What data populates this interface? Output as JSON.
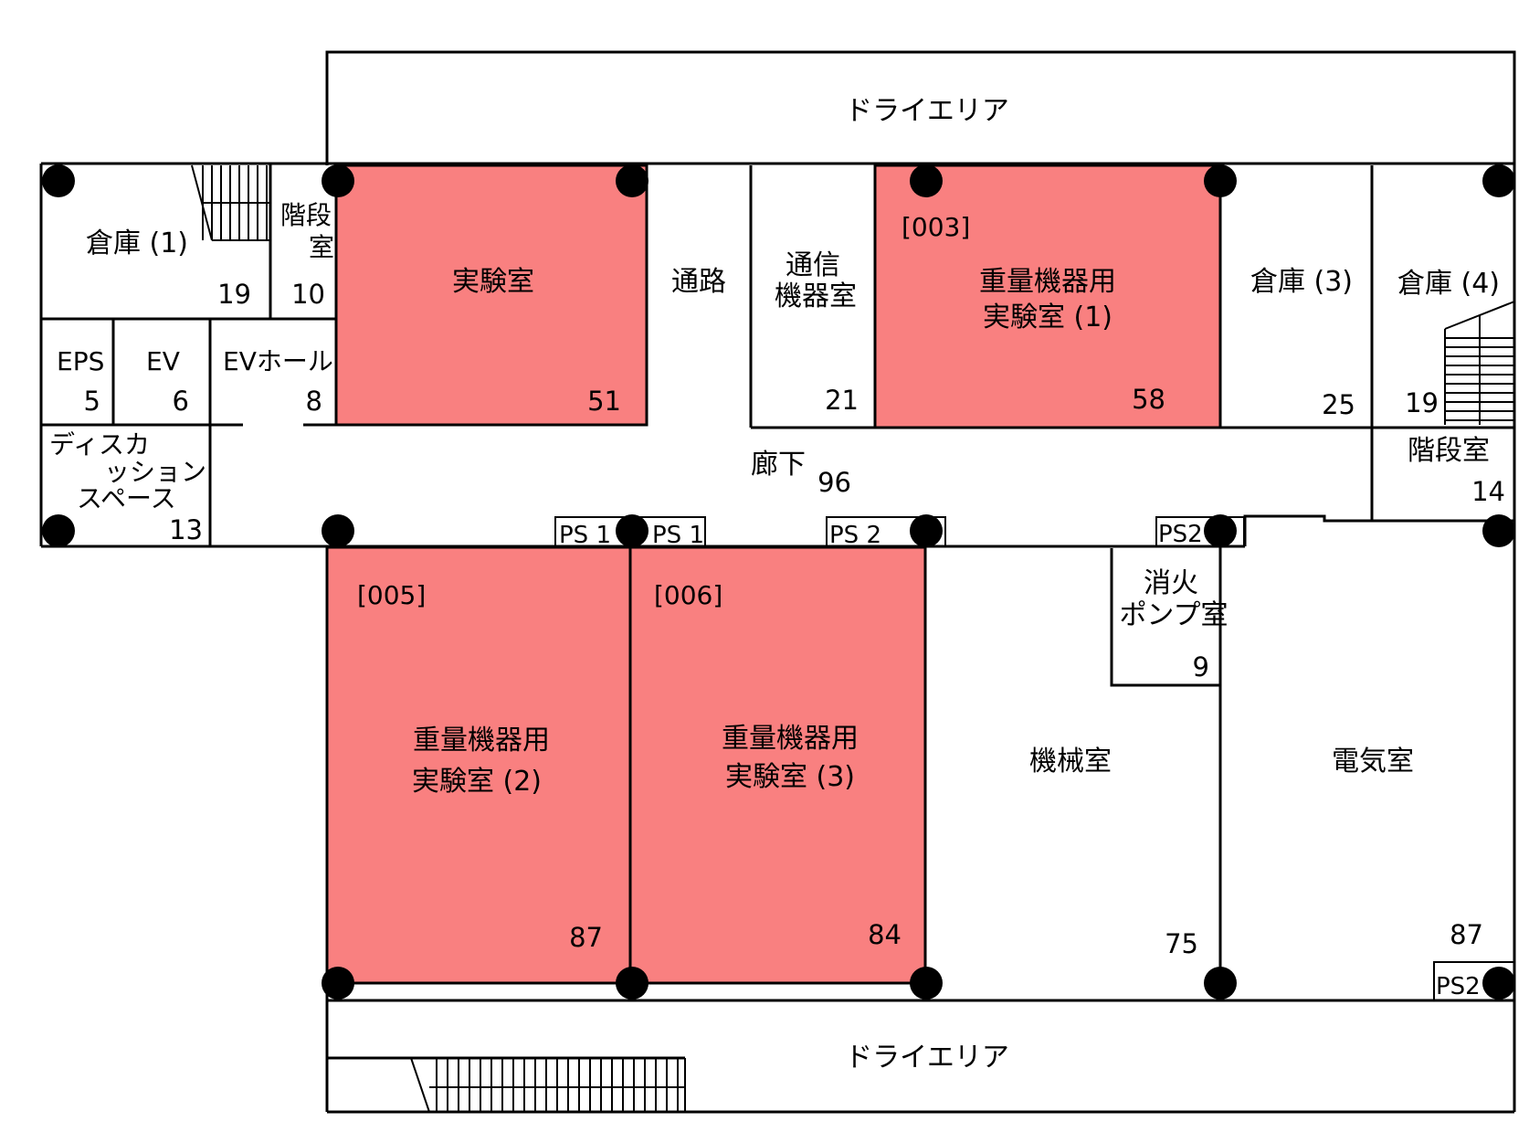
{
  "plan": {
    "dry_area_top": "ドライエリア",
    "dry_area_bottom": "ドライエリア",
    "rooms": [
      {
        "id": "storage1",
        "name": "倉庫 (1)",
        "area": "19"
      },
      {
        "id": "stair1",
        "name_l1": "階段",
        "name_l2": "室",
        "area": "10"
      },
      {
        "id": "lab",
        "name": "実験室",
        "area": "51"
      },
      {
        "id": "passage",
        "name": "通路"
      },
      {
        "id": "comm",
        "name_l1": "通信",
        "name_l2": "機器室",
        "area": "21"
      },
      {
        "id": "heavy1",
        "code": "[003]",
        "name_l1": "重量機器用",
        "name_l2": "実験室 (1)",
        "area": "58"
      },
      {
        "id": "storage3",
        "name": "倉庫 (3)",
        "area": "25"
      },
      {
        "id": "storage4",
        "name": "倉庫 (4)",
        "area": "19"
      },
      {
        "id": "eps",
        "name": "EPS",
        "area": "5"
      },
      {
        "id": "ev",
        "name": "EV",
        "area": "6"
      },
      {
        "id": "evhall",
        "name": "EVホール",
        "area": "8"
      },
      {
        "id": "discussion",
        "name_l1": "ディスカ",
        "name_l2": "ッション",
        "name_l3": "スペース",
        "area": "13"
      },
      {
        "id": "corridor",
        "name": "廊下",
        "area": "96"
      },
      {
        "id": "stair2",
        "name": "階段室",
        "area": "14"
      },
      {
        "id": "heavy2",
        "code": "[005]",
        "name_l1": "重量機器用",
        "name_l2": "実験室 (2)",
        "area": "87"
      },
      {
        "id": "heavy3",
        "code": "[006]",
        "name_l1": "重量機器用",
        "name_l2": "実験室 (3)",
        "area": "84"
      },
      {
        "id": "pump",
        "name_l1": "消火",
        "name_l2": "ポンプ室",
        "area": "9"
      },
      {
        "id": "machine",
        "name": "機械室",
        "area": "75"
      },
      {
        "id": "electric",
        "name": "電気室",
        "area": "87"
      }
    ],
    "ps_labels": [
      "PS 1",
      "PS 1",
      "PS 2",
      "PS2",
      "PS2"
    ],
    "highlight_color": "#f98080"
  }
}
